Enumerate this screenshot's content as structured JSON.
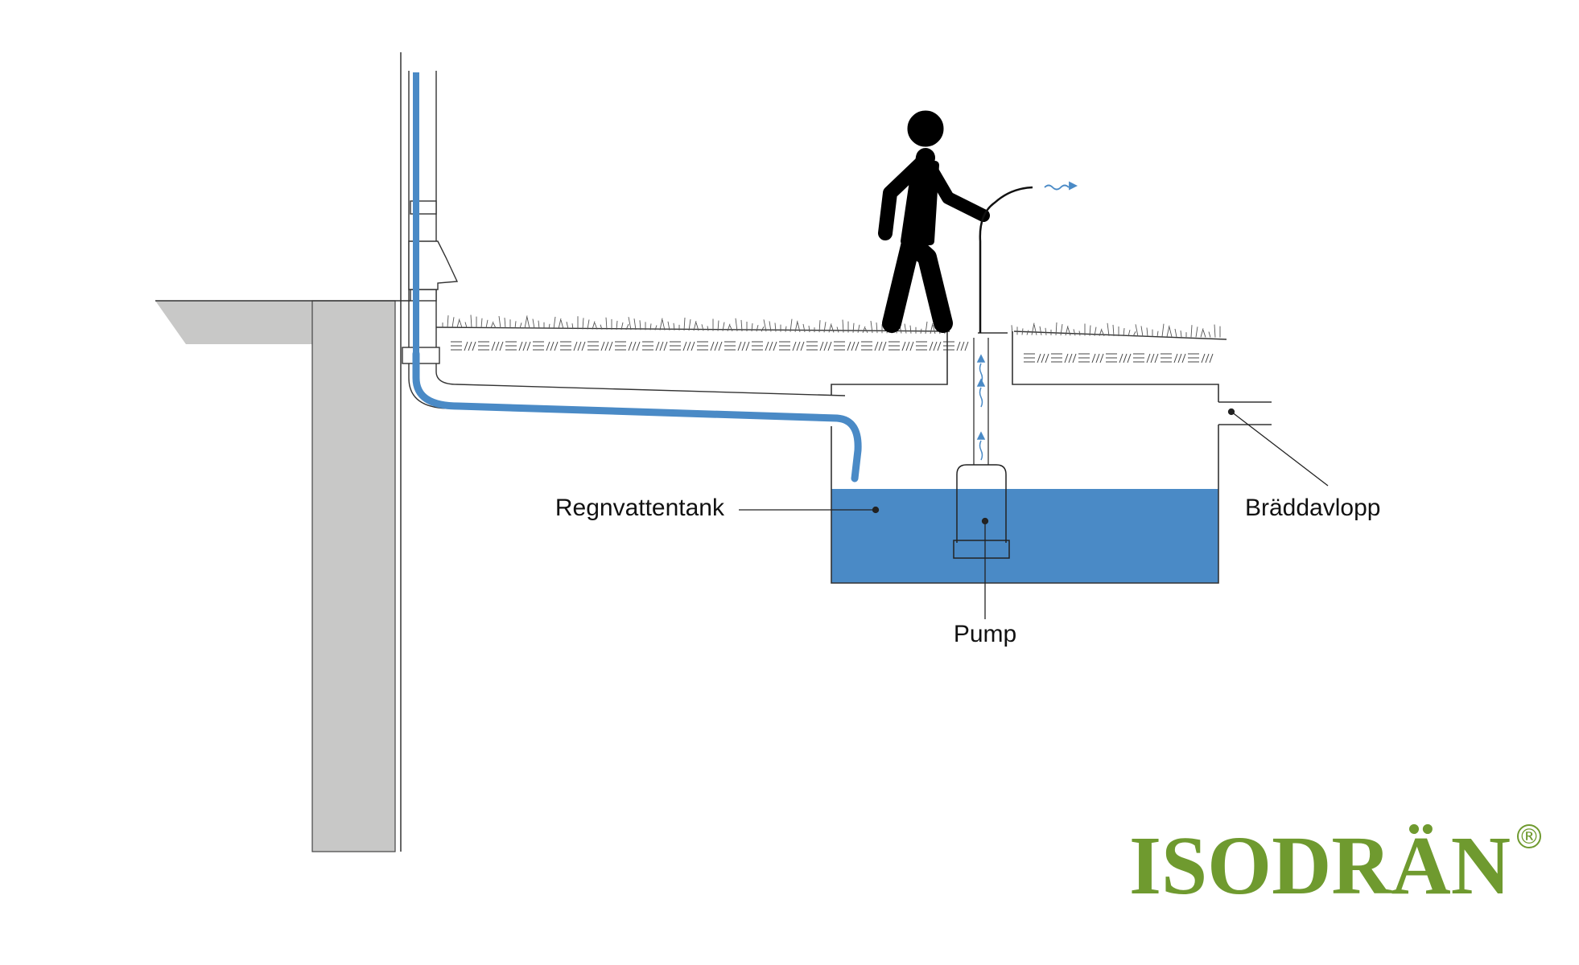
{
  "labels": {
    "tank": "Regnvattentank",
    "pump": "Pump",
    "overflow": "Bräddavlopp"
  },
  "logo": {
    "text": "ISODRÄN",
    "registered": "®"
  },
  "colors": {
    "water": "#4a8ac6",
    "wall": "#c8c8c7",
    "logo": "#6f9a2f",
    "line": "#222222",
    "figure": "#000000"
  },
  "icons": {
    "figure": "person-watering-icon",
    "pump": "submersible-pump-icon"
  }
}
